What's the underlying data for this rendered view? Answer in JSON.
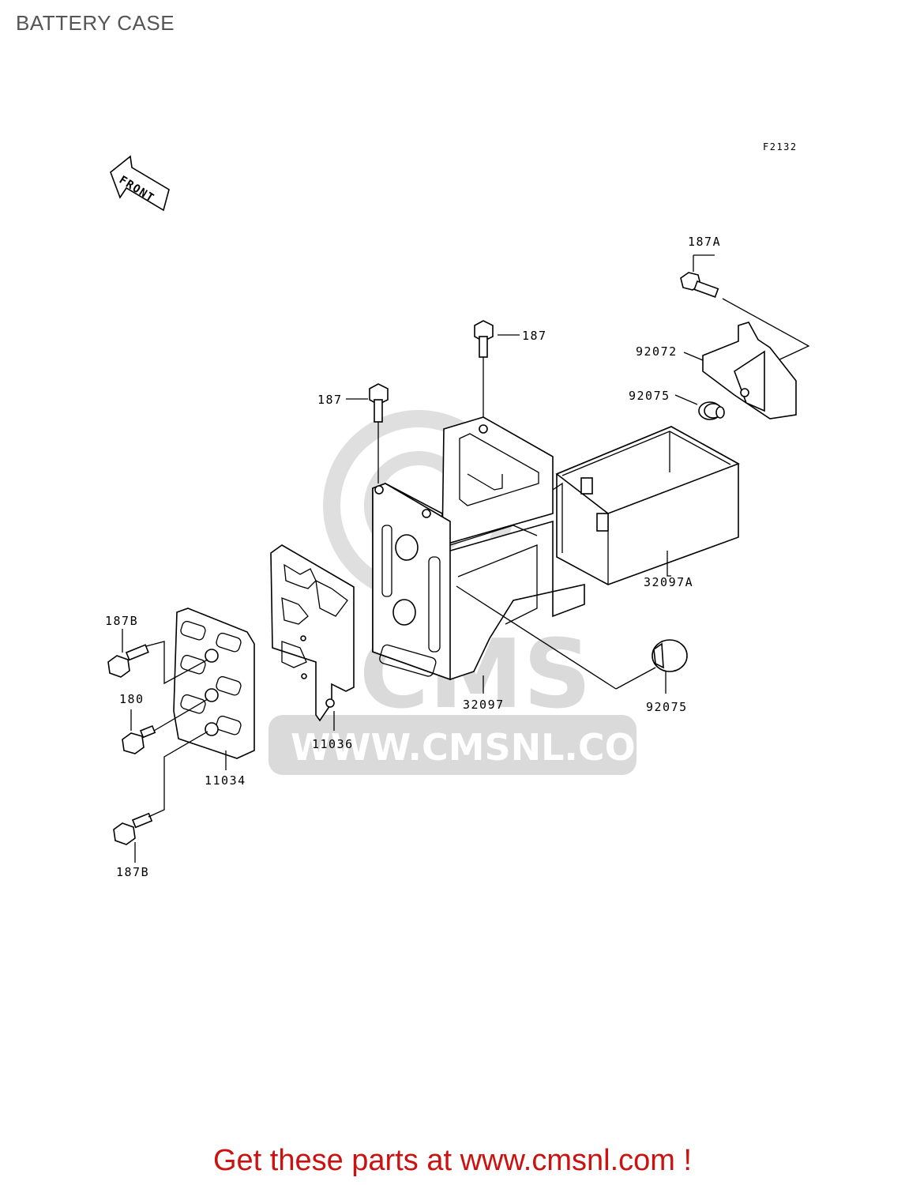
{
  "title": "BATTERY CASE",
  "figure_code": "F2132",
  "front_label": "FRONT",
  "watermark": {
    "brand": "CMS",
    "url": "WWW.CMSNL.COM"
  },
  "labels": {
    "l187a": "187A",
    "l187_top": "187",
    "l187_left": "187",
    "l92072": "92072",
    "l92075_upper": "92075",
    "l32097a": "32097A",
    "l187b_upper": "187B",
    "l180": "180",
    "l11036": "11036",
    "l11034": "11034",
    "l32097": "32097",
    "l92075_lower": "92075",
    "l187b_lower": "187B"
  },
  "footer": "Get these parts at www.cmsnl.com !"
}
